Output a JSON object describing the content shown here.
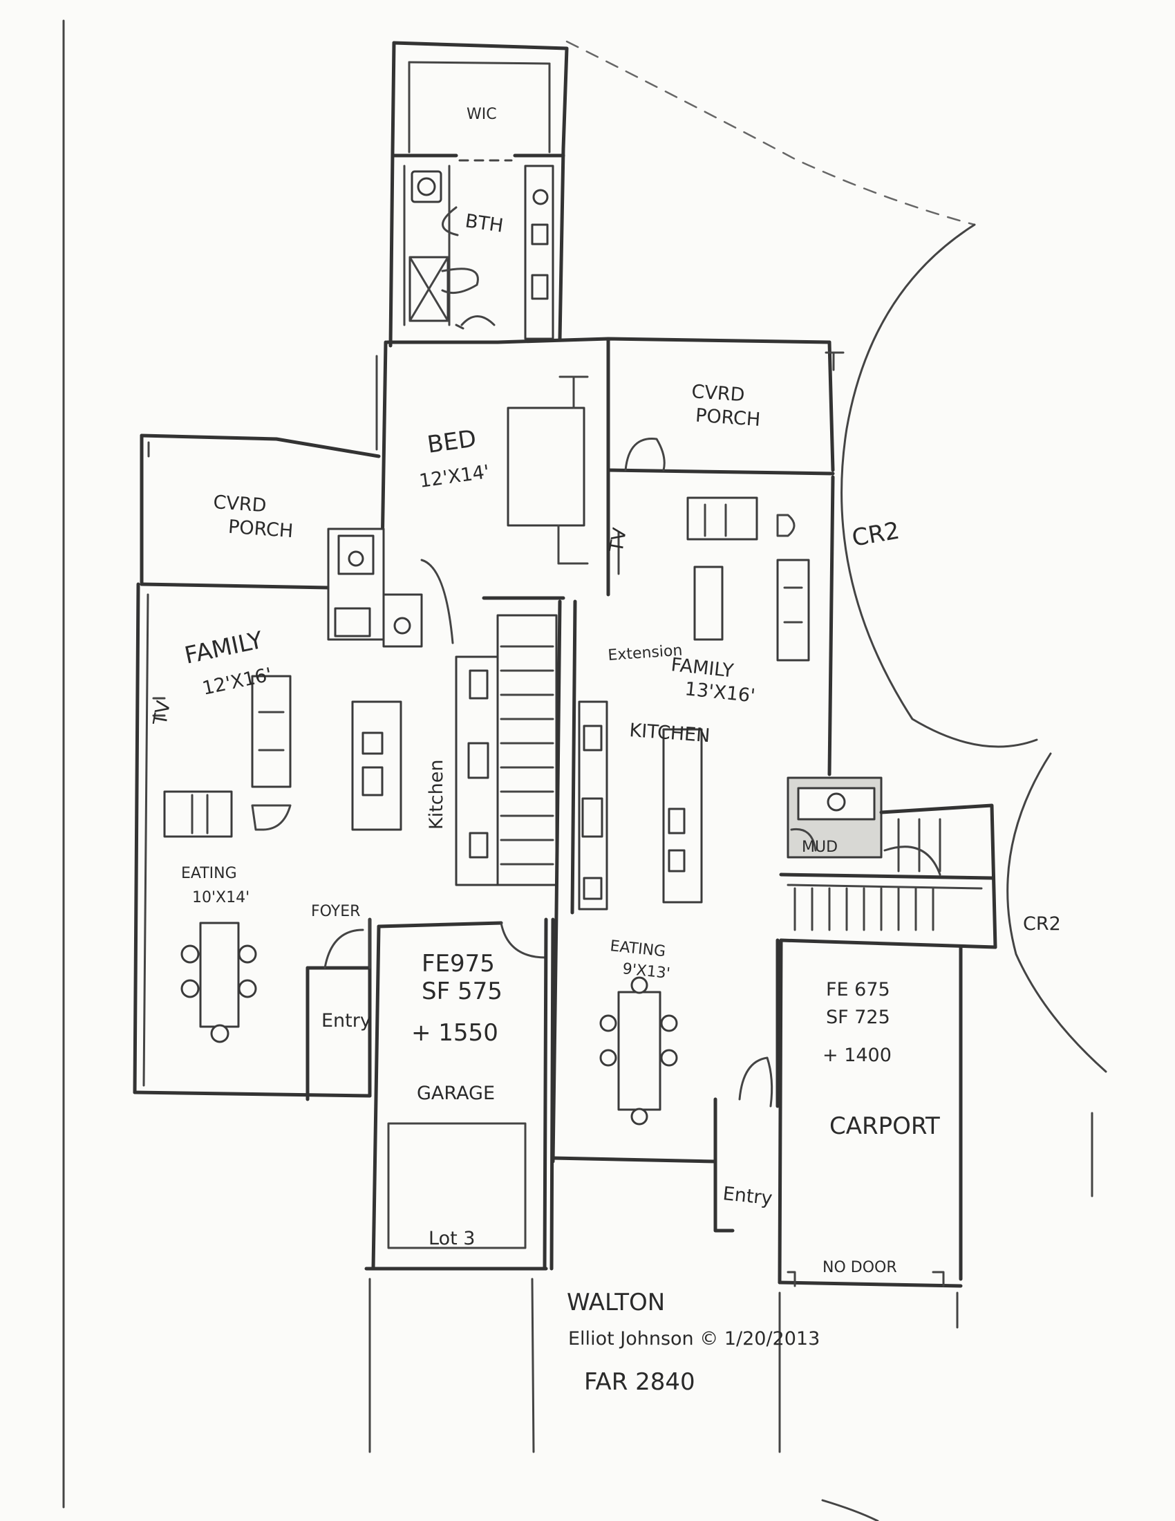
{
  "labels": {
    "wic": "WIC",
    "bath": "BTH",
    "bed": "BED",
    "bed_dim": "12'X14'",
    "porch_left": "CVRD\nPORCH",
    "porch_right": "CVRD\nPORCH",
    "cr2_upper": "CR2",
    "cr2_lower": "CR2",
    "family_left": "FAMILY",
    "family_left_dim": "12'X16'",
    "tv_left": "TV",
    "tv_right": "TV",
    "kitchen_left": "Kitchen",
    "kitchen_right": "KITCHEN",
    "extension": "Extension",
    "family_right": "FAMILY",
    "family_right_dim": "13'X16'",
    "mud": "MUD",
    "eating_left": "EATING",
    "eating_left_dim": "10'X14'",
    "foyer": "FOYER",
    "entry_left": "Entry",
    "garage_fe": "FE975",
    "garage_sf": "SF 575",
    "garage_total": "+ 1550",
    "garage": "GARAGE",
    "lot": "Lot 3",
    "eating_right": "EATING",
    "eating_right_dim": "9'X13'",
    "carport_fe": "FE 675",
    "carport_sf": "SF 725",
    "carport_total": "+ 1400",
    "carport": "CARPORT",
    "entry_right": "Entry",
    "no_door": "NO DOOR"
  },
  "title_block": {
    "line1": "WALTON",
    "line2": "Elliot Johnson © 1/20/2013",
    "line3": "FAR 2840"
  }
}
